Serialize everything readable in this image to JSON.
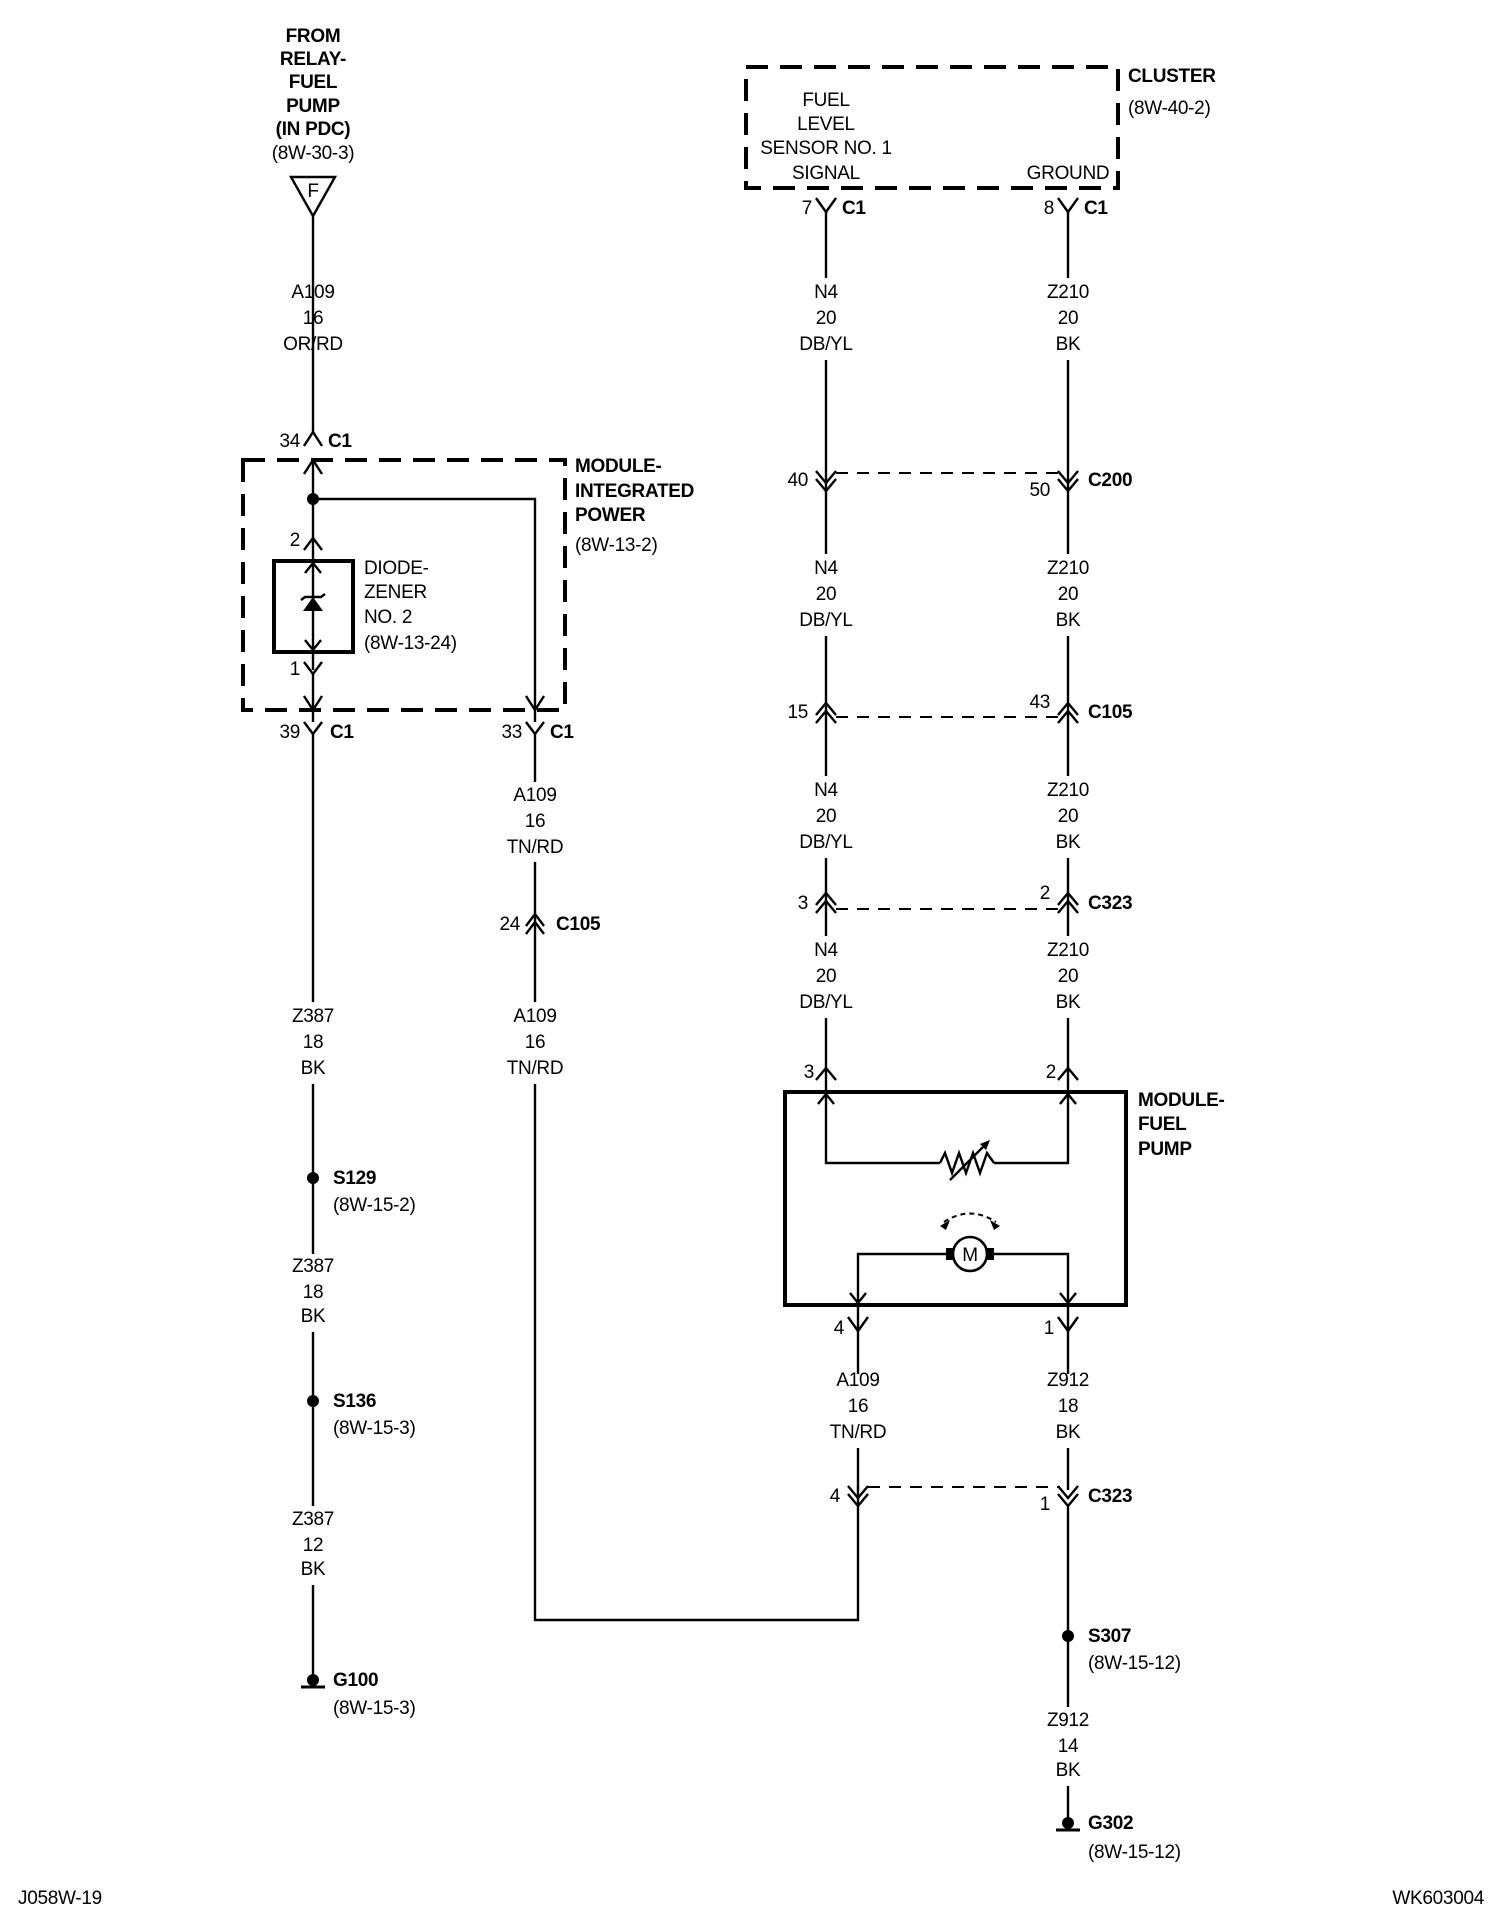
{
  "source": {
    "lines": [
      "FROM",
      "RELAY-",
      "FUEL",
      "PUMP",
      "(IN PDC)"
    ],
    "ref": "(8W-30-3)",
    "terminal": "F"
  },
  "cluster": {
    "name": "CLUSTER",
    "ref": "(8W-40-2)",
    "inner": [
      "FUEL",
      "LEVEL",
      "SENSOR NO. 1"
    ],
    "signal": "SIGNAL",
    "ground": "GROUND"
  },
  "mip": {
    "name": [
      "MODULE-",
      "INTEGRATED",
      "POWER"
    ],
    "ref": "(8W-13-2)"
  },
  "diode": {
    "name": [
      "DIODE-",
      "ZENER",
      "NO. 2"
    ],
    "ref": "(8W-13-24)"
  },
  "fuel_pump": {
    "name": [
      "MODULE-",
      "FUEL",
      "PUMP"
    ],
    "motor": "M"
  },
  "wires": {
    "a109_or": [
      "A109",
      "16",
      "OR/RD"
    ],
    "a109_tn": [
      "A109",
      "16",
      "TN/RD"
    ],
    "n4": [
      "N4",
      "20",
      "DB/YL"
    ],
    "z210": [
      "Z210",
      "20",
      "BK"
    ],
    "z387_18": [
      "Z387",
      "18",
      "BK"
    ],
    "z387_12": [
      "Z387",
      "12",
      "BK"
    ],
    "z912_18": [
      "Z912",
      "18",
      "BK"
    ],
    "z912_14": [
      "Z912",
      "14",
      "BK"
    ]
  },
  "connectors": {
    "c1": "C1",
    "c105": "C105",
    "c200": "C200",
    "c323": "C323",
    "pins": {
      "mip_in": "34",
      "mip_39": "39",
      "mip_33": "33",
      "diode_2": "2",
      "diode_1": "1",
      "c105_24": "24",
      "cl_7": "7",
      "cl_8": "8",
      "c200_40": "40",
      "c200_50": "50",
      "c105_15": "15",
      "c105_43": "43",
      "c323_3": "3",
      "c323_2": "2",
      "fp_3": "3",
      "fp_2": "2",
      "fp_4": "4",
      "fp_1": "1",
      "c323b_4": "4",
      "c323b_1": "1"
    }
  },
  "splices": {
    "s129": "S129",
    "s129_ref": "(8W-15-2)",
    "s136": "S136",
    "s136_ref": "(8W-15-3)",
    "s307": "S307",
    "s307_ref": "(8W-15-12)"
  },
  "grounds": {
    "g100": "G100",
    "g100_ref": "(8W-15-3)",
    "g302": "G302",
    "g302_ref": "(8W-15-12)"
  },
  "footer": {
    "left": "J058W-19",
    "right": "WK603004"
  }
}
